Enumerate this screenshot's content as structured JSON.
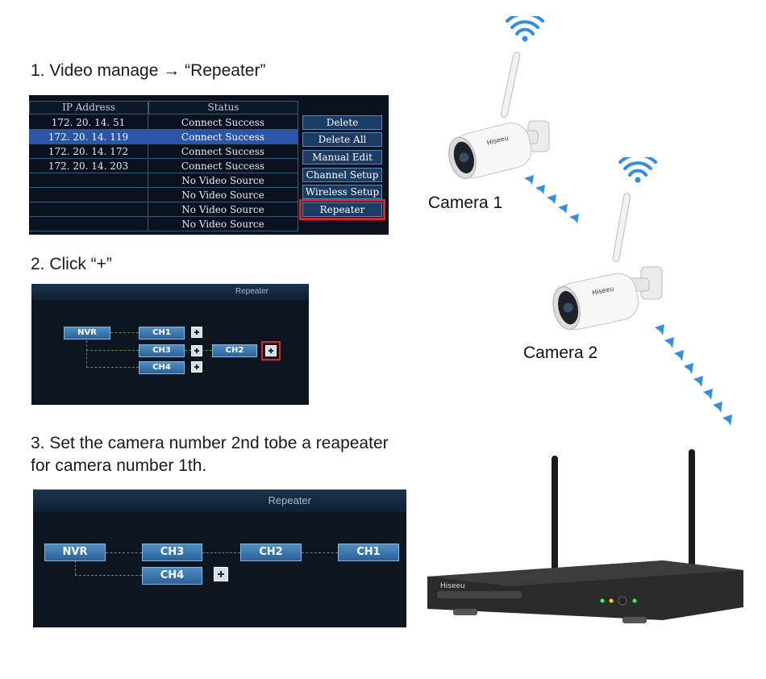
{
  "steps": {
    "step1": "1. Video manage → “Repeater”",
    "step2": "2. Click “+”",
    "step3_line1": "3. Set the camera number 2nd tobe a reapeater",
    "step3_line2": "for camera number 1th."
  },
  "device_table": {
    "headers": {
      "ip": "IP Address",
      "status": "Status"
    },
    "rows": [
      {
        "ip": "172. 20. 14. 51",
        "status": "Connect Success"
      },
      {
        "ip": "172. 20. 14. 119",
        "status": "Connect Success",
        "selected": true
      },
      {
        "ip": "172. 20. 14. 172",
        "status": "Connect Success"
      },
      {
        "ip": "172. 20. 14. 203",
        "status": "Connect Success"
      },
      {
        "ip": "",
        "status": "No Video Source"
      },
      {
        "ip": "",
        "status": "No Video Source"
      },
      {
        "ip": "",
        "status": "No Video Source"
      },
      {
        "ip": "",
        "status": "No Video Source"
      }
    ],
    "buttons": [
      "Delete",
      "Delete All",
      "Manual Edit",
      "Channel Setup",
      "Wireless Setup",
      "Repeater"
    ],
    "highlighted_button": "Repeater",
    "highlight_color": "#e0202a"
  },
  "repeater_small": {
    "title": "Repeater",
    "nodes": {
      "nvr": "NVR",
      "ch1": "CH1",
      "ch3": "CH3",
      "ch2": "CH2",
      "ch4": "CH4"
    }
  },
  "repeater_large": {
    "title": "Repeater",
    "nodes": {
      "nvr": "NVR",
      "ch3": "CH3",
      "ch2": "CH2",
      "ch1": "CH1",
      "ch4": "CH4"
    }
  },
  "cameras": {
    "camera1": "Camera 1",
    "camera2": "Camera 2"
  },
  "nvr": {
    "brand": "Hiseeu"
  },
  "colors": {
    "accent_blue": "#3b8fe0",
    "panel_bg": "#0d1520",
    "node_blue": "#2a6296",
    "highlight_red": "#e0202a"
  }
}
